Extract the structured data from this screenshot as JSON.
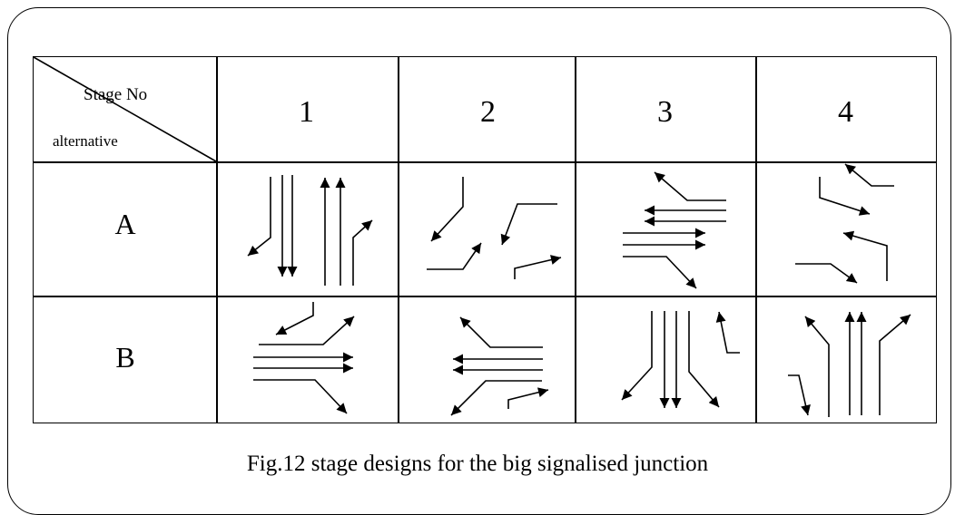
{
  "header": {
    "corner_top_label": "Stage No",
    "corner_bottom_label": "alternative",
    "stages": [
      "1",
      "2",
      "3",
      "4"
    ]
  },
  "rows": [
    {
      "label": "A"
    },
    {
      "label": "B"
    }
  ],
  "caption": "Fig.12  stage designs for the big signalised junction",
  "colors": {
    "line": "#000000",
    "background": "#ffffff"
  }
}
